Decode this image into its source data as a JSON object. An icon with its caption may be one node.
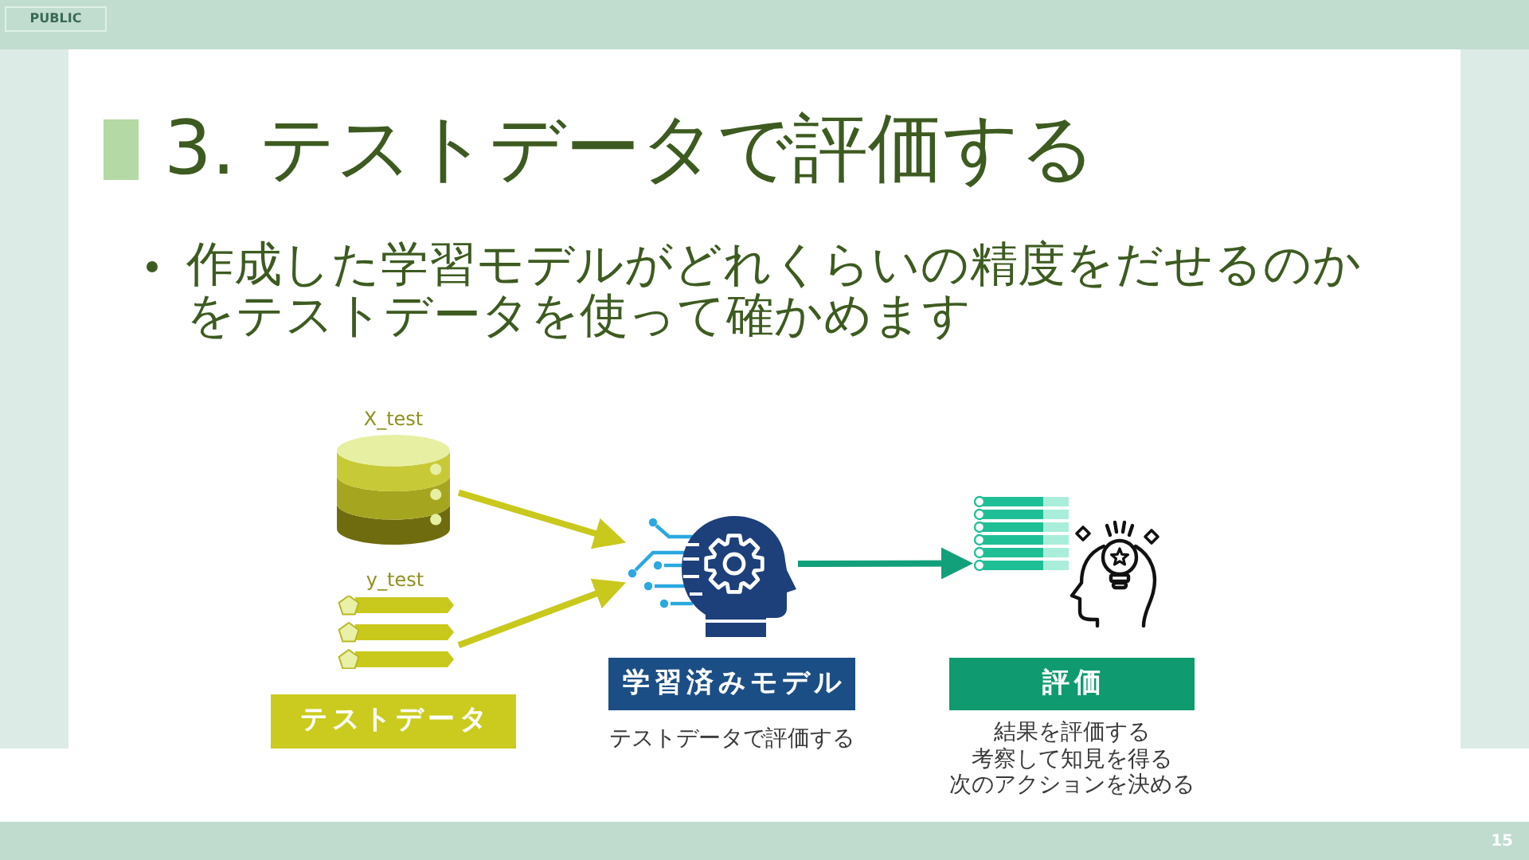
{
  "diagram": {
    "title": "3. テストデータで評価する",
    "nodes": [
      {
        "text": [
          "X_test"
        ]
      },
      {
        "text": [
          "y_test"
        ]
      },
      {
        "text": [
          "テストデータ"
        ]
      },
      {
        "text": [],
        "shape": "picture"
      },
      {
        "text": [
          "学習済みモデル"
        ],
        "beside": [
          "テストデータで評価する"
        ]
      },
      {
        "text": [],
        "shape": "picture"
      },
      {
        "text": [
          "評価"
        ],
        "beside": [
          "結果を評価する",
          "考察して知見を得る",
          "次のアクションを決める"
        ]
      }
    ],
    "edges": [
      {
        "from": 0,
        "to": 3,
        "arrow": "to"
      },
      {
        "from": 1,
        "to": 3,
        "arrow": "to"
      },
      {
        "from": 3,
        "to": 5,
        "arrow": "to",
        "color": "#12a07a"
      }
    ],
    "labels": [
      "PUBLIC",
      "作成した学習モデルがどれくらいの精度をだせるのかをテストデータを使って確かめます",
      "15"
    ]
  }
}
